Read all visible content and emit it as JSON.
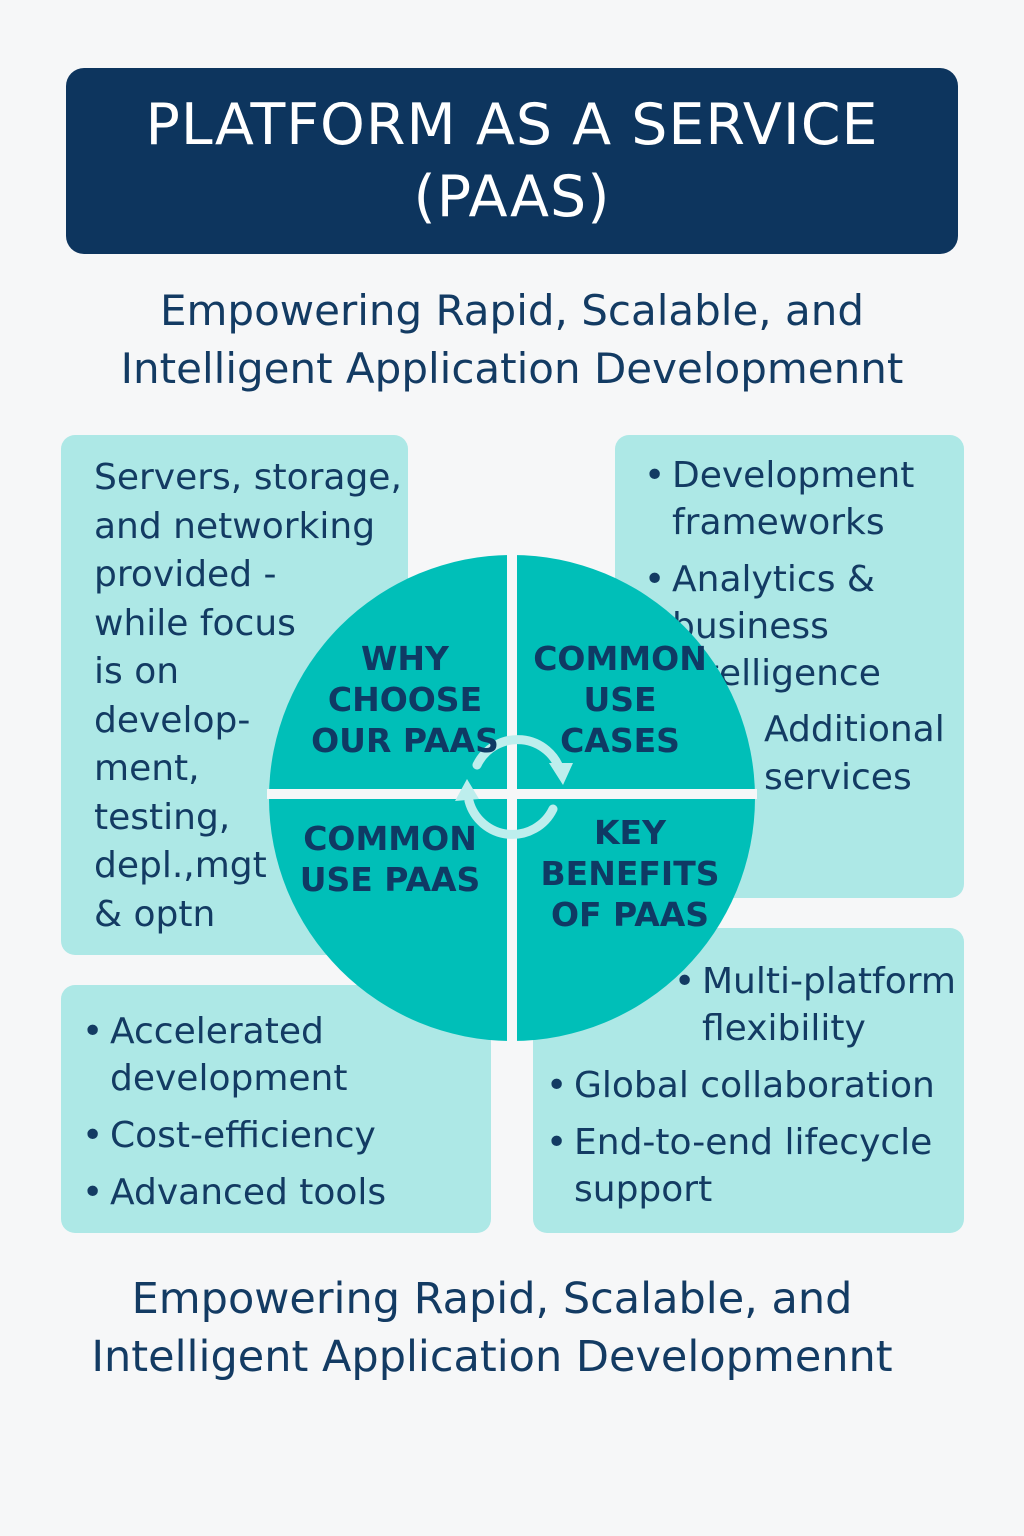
{
  "header": {
    "title": "PLATFORM AS A SERVICE (PAAS)"
  },
  "subtitle_top": "Empowering Rapid, Scalable, and Intelligent Application Developmennt",
  "subtitle_bottom": "Empowering Rapid, Scalable, and Intelligent Application Developmennt",
  "wheel": {
    "quadrants": [
      {
        "label": "WHY CHOOSE OUR PAAS"
      },
      {
        "label": "COMMON USE CASES"
      },
      {
        "label": "COMMON USE PAAS"
      },
      {
        "label": "KEY BENEFITS OF PAAS"
      }
    ],
    "color": "#00bfb8"
  },
  "panels": {
    "top_left": {
      "lines": [
        "Servers, storage,",
        "and networking",
        "provided -",
        "while focus",
        "is on",
        "develop-",
        "ment,",
        "testing,",
        "depl.,mgt",
        "& optn"
      ]
    },
    "top_right": {
      "items": [
        "Development frameworks",
        "Analytics & business intelligence"
      ],
      "extra": "Additional services"
    },
    "bottom_left": {
      "items": [
        "Accelerated development",
        "Cost-efficiency",
        "Advanced tools"
      ]
    },
    "bottom_right": {
      "items": [
        "Multi-platform flexibility",
        "Global collaboration",
        "End-to-end lifecycle support"
      ]
    }
  },
  "colors": {
    "title_bg": "#0d355e",
    "panel_bg": "#ade8e6",
    "text": "#133b63"
  }
}
